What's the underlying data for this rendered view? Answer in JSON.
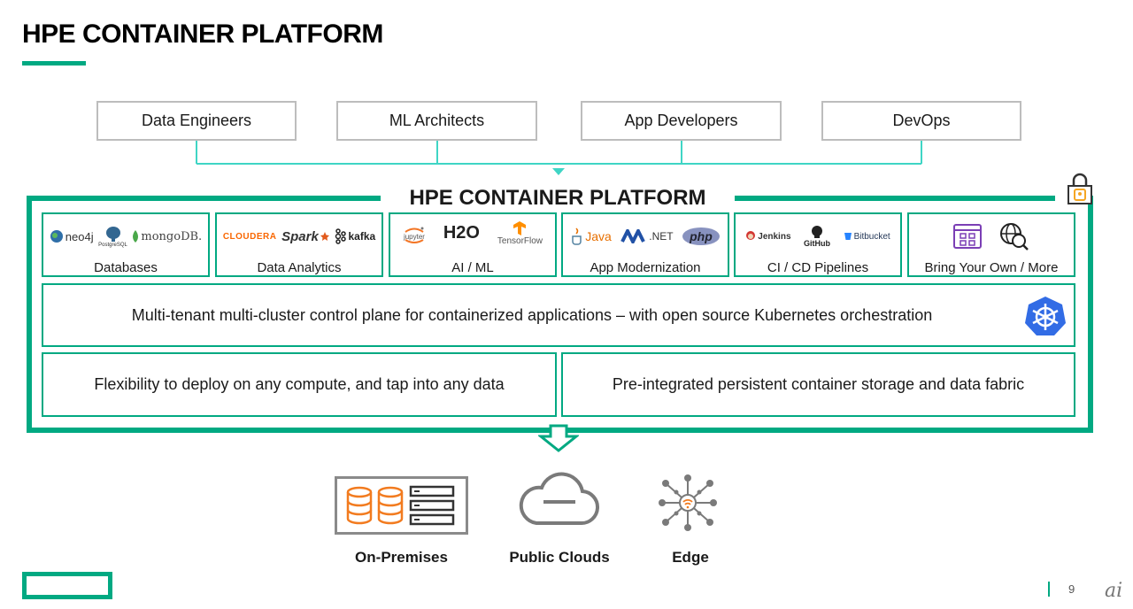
{
  "slide": {
    "title": "HPE CONTAINER PLATFORM",
    "page_number": "9",
    "corner_mark": "ai"
  },
  "personas": [
    "Data Engineers",
    "ML Architects",
    "App Developers",
    "DevOps"
  ],
  "platform": {
    "title": "HPE CONTAINER PLATFORM",
    "categories": [
      {
        "label": "Databases",
        "logos": [
          "neo4j",
          "PostgreSQL",
          "mongoDB."
        ]
      },
      {
        "label": "Data Analytics",
        "logos": [
          "CLOUDERA",
          "Spark",
          "kafka"
        ]
      },
      {
        "label": "AI / ML",
        "logos": [
          "jupyter",
          "H2O",
          "TensorFlow"
        ]
      },
      {
        "label": "App Modernization",
        "logos": [
          "Java",
          ".NET",
          "php"
        ]
      },
      {
        "label": "CI / CD Pipelines",
        "logos": [
          "Jenkins",
          "GitHub",
          "Bitbucket"
        ]
      },
      {
        "label": "Bring Your Own / More",
        "logos": []
      }
    ],
    "control_plane": "Multi-tenant multi-cluster control plane for containerized applications – with open source Kubernetes orchestration",
    "flexibility": "Flexibility to deploy on any compute, and tap into any data",
    "storage": "Pre-integrated persistent container storage and data fabric"
  },
  "destinations": [
    {
      "label": "On-Premises",
      "icon": "server-icon"
    },
    {
      "label": "Public Clouds",
      "icon": "cloud-icon"
    },
    {
      "label": "Edge",
      "icon": "edge-network-icon"
    }
  ],
  "colors": {
    "accent": "#01a982",
    "connector": "#3fd5c5",
    "orange": "#f27b1f",
    "gray": "#8a8a8a"
  }
}
